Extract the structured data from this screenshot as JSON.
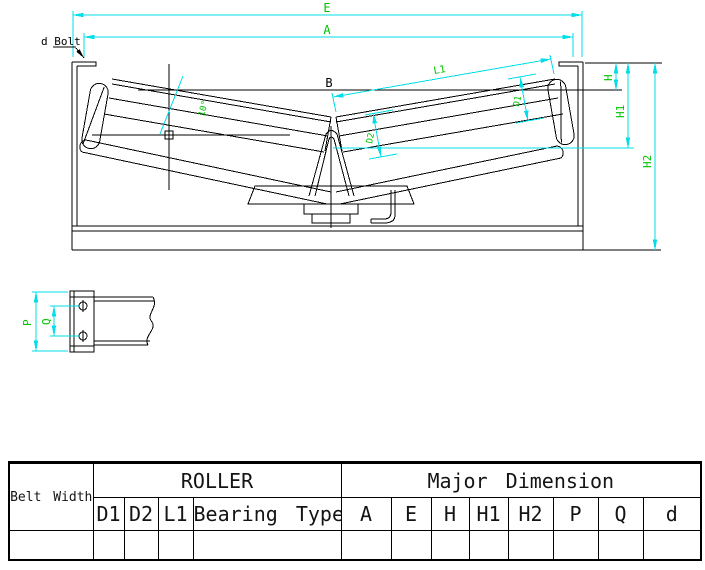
{
  "drawing": {
    "bolt_note": "d Bolt",
    "dim_labels": {
      "E": "E",
      "A": "A",
      "B": "B",
      "L1": "L1",
      "H": "H",
      "H1": "H1",
      "H2": "H2",
      "D1": "D1",
      "D2": "D2",
      "angle": "10°",
      "P": "P",
      "Q": "Q"
    },
    "colors": {
      "dimension_line": "#00dfe8",
      "label_text": "#00c400",
      "drawing_line": "#000000"
    }
  },
  "table": {
    "belt_width_label": "Belt Width",
    "roller_group_label": "ROLLER",
    "major_dimension_group_label": "Major Dimension",
    "roller_columns": [
      "D1",
      "D2",
      "L1",
      "Bearing Type"
    ],
    "major_columns": [
      "A",
      "E",
      "H",
      "H1",
      "H2",
      "P",
      "Q",
      "d"
    ]
  }
}
